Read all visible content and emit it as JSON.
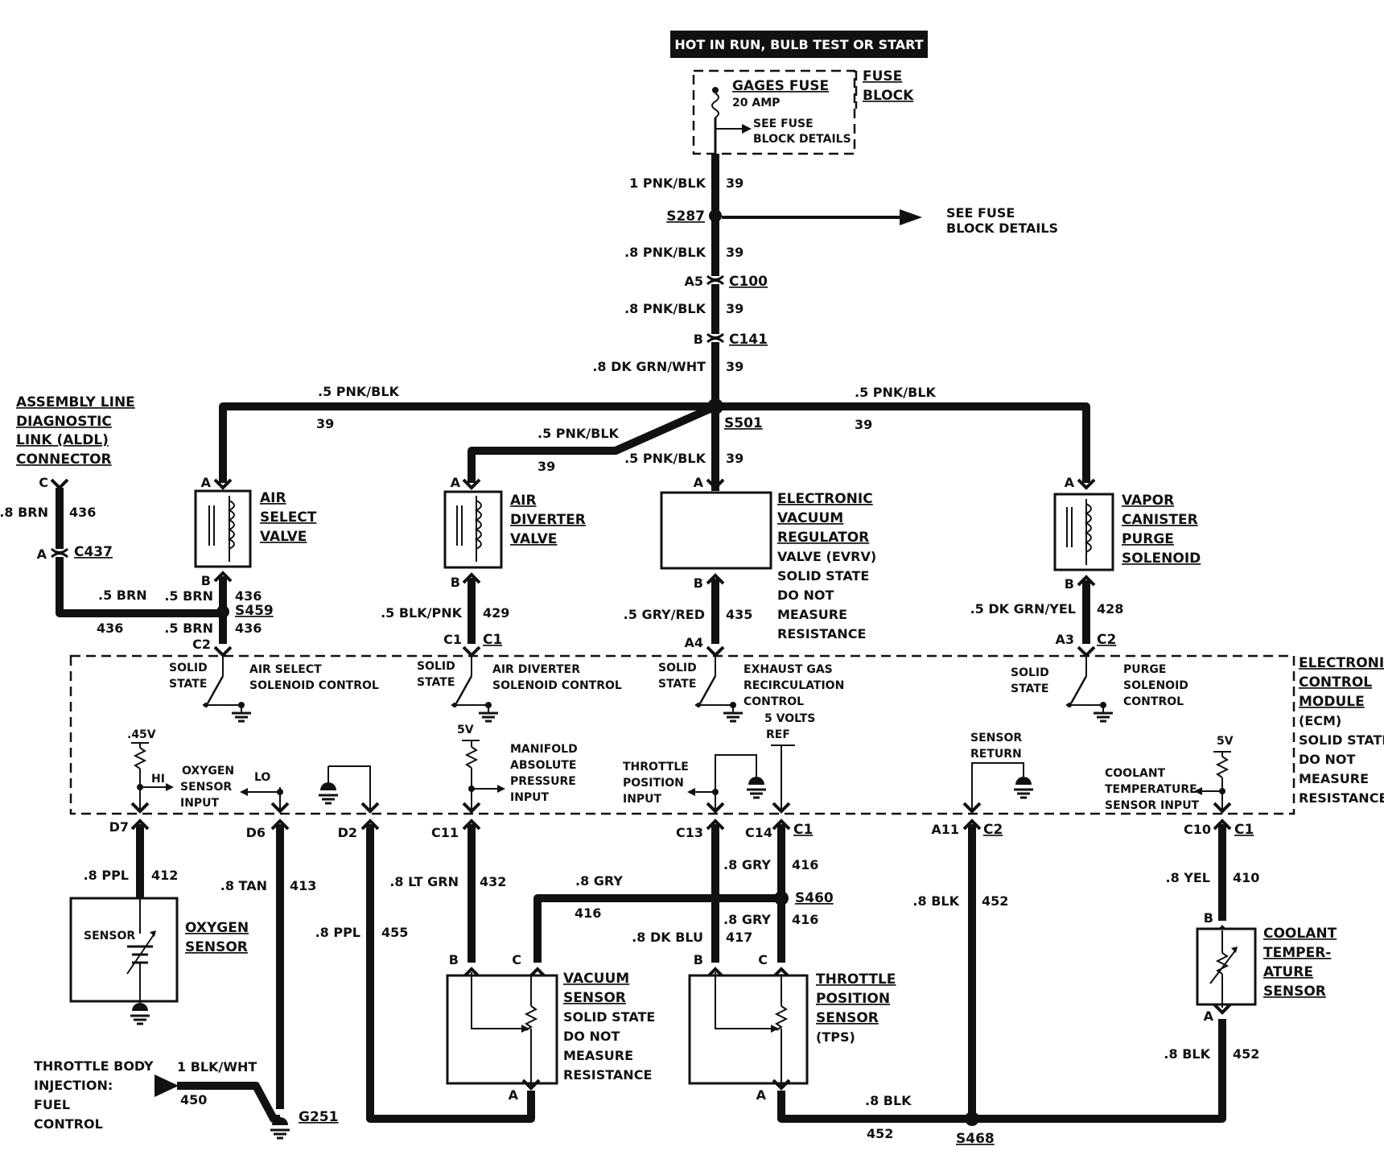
{
  "header": {
    "banner": "HOT IN RUN, BULB TEST OR START"
  },
  "fuse_block": {
    "fuse_name": "GAGES FUSE",
    "fuse_rating": "20 AMP",
    "see_details_1": "SEE FUSE",
    "see_details_2": "BLOCK DETAILS",
    "block_label_1": "FUSE",
    "block_label_2": "BLOCK"
  },
  "splices": {
    "s287": "S287",
    "s501": "S501",
    "s459": "S459",
    "s460": "S460",
    "s468": "S468",
    "g251": "G251"
  },
  "see_fuse": {
    "line1": "SEE FUSE",
    "line2": "BLOCK DETAILS"
  },
  "connectors": {
    "c100": "C100",
    "a5": "A5",
    "c141": "C141",
    "b": "B",
    "c437": "C437",
    "c1": "C1",
    "c2": "C2"
  },
  "wires": {
    "pnkblk_1": "1 PNK/BLK",
    "pnkblk_8": ".8 PNK/BLK",
    "dkgrnwht_8": ".8 DK GRN/WHT",
    "pnkblk_5": ".5 PNK/BLK",
    "brn_8": ".8 BRN",
    "brn_5": ".5 BRN",
    "blkpnk_5": ".5 BLK/PNK",
    "gryred_5": ".5 GRY/RED",
    "dkgrnyel_5": ".5 DK GRN/YEL",
    "ppl_8": ".8 PPL",
    "tan_8": ".8 TAN",
    "ltgrn_8": ".8 LT GRN",
    "gry_8": ".8 GRY",
    "dkblu_8": ".8 DK BLU",
    "blk_8": ".8 BLK",
    "yel_8": ".8 YEL",
    "blkwht_1": "1 BLK/WHT",
    "c39": "39",
    "c436": "436",
    "c429": "429",
    "c435": "435",
    "c428": "428",
    "c412": "412",
    "c413": "413",
    "c455": "455",
    "c432": "432",
    "c416": "416",
    "c417": "417",
    "c452": "452",
    "c410": "410",
    "c450": "450"
  },
  "aldl": {
    "l1": "ASSEMBLY LINE",
    "l2": "DIAGNOSTIC",
    "l3": "LINK (ALDL)",
    "l4": "CONNECTOR"
  },
  "components": {
    "air_select": {
      "l1": "AIR",
      "l2": "SELECT",
      "l3": "VALVE"
    },
    "air_diverter": {
      "l1": "AIR",
      "l2": "DIVERTER",
      "l3": "VALVE"
    },
    "evrv": {
      "l1": "ELECTRONIC",
      "l2": "VACUUM",
      "l3": "REGULATOR",
      "l4": "VALVE (EVRV)",
      "l5": "SOLID STATE",
      "l6": "DO NOT",
      "l7": "MEASURE",
      "l8": "RESISTANCE"
    },
    "vapor": {
      "l1": "VAPOR",
      "l2": "CANISTER",
      "l3": "PURGE",
      "l4": "SOLENOID"
    },
    "oxygen": {
      "inner": "SENSOR",
      "l1": "OXYGEN",
      "l2": "SENSOR"
    },
    "vacuum": {
      "l1": "VACUUM",
      "l2": "SENSOR",
      "l3": "SOLID STATE",
      "l4": "DO NOT",
      "l5": "MEASURE",
      "l6": "RESISTANCE"
    },
    "tps": {
      "l1": "THROTTLE",
      "l2": "POSITION",
      "l3": "SENSOR",
      "l4": "(TPS)"
    },
    "coolant": {
      "l1": "COOLANT",
      "l2": "TEMPER-",
      "l3": "ATURE",
      "l4": "SENSOR"
    }
  },
  "ecm": {
    "l1": "ELECTRONIC",
    "l2": "CONTROL",
    "l3": "MODULE",
    "l4": "(ECM)",
    "l5": "SOLID STATE",
    "l6": "DO NOT",
    "l7": "MEASURE",
    "l8": "RESISTANCE",
    "solid": "SOLID",
    "state": "STATE",
    "air_select_ctrl_1": "AIR SELECT",
    "air_select_ctrl_2": "SOLENOID CONTROL",
    "air_div_ctrl_1": "AIR DIVERTER",
    "air_div_ctrl_2": "SOLENOID CONTROL",
    "egr_1": "EXHAUST GAS",
    "egr_2": "RECIRCULATION",
    "egr_3": "CONTROL",
    "purge_1": "PURGE",
    "purge_2": "SOLENOID",
    "purge_3": "CONTROL",
    "v45": ".45V",
    "hi": "HI",
    "lo": "LO",
    "o2_1": "OXYGEN",
    "o2_2": "SENSOR",
    "o2_3": "INPUT",
    "v5": "5V",
    "map_1": "MANIFOLD",
    "map_2": "ABSOLUTE",
    "map_3": "PRESSURE",
    "map_4": "INPUT",
    "tp_1": "THROTTLE",
    "tp_2": "POSITION",
    "tp_3": "INPUT",
    "ref_1": "5 VOLTS",
    "ref_2": "REF",
    "ret_1": "SENSOR",
    "ret_2": "RETURN",
    "cts_1": "COOLANT",
    "cts_2": "TEMPERATURE",
    "cts_3": "SENSOR INPUT"
  },
  "pins": {
    "a": "A",
    "b": "B",
    "c": "C",
    "c2": "C2",
    "c1": "C1",
    "a4": "A4",
    "a3": "A3",
    "d7": "D7",
    "d6": "D6",
    "d2": "D2",
    "c11": "C11",
    "c13": "C13",
    "c14": "C14",
    "a11": "A11",
    "c10": "C10"
  },
  "tbi": {
    "l1": "THROTTLE BODY",
    "l2": "INJECTION:",
    "l3": "FUEL",
    "l4": "CONTROL"
  }
}
